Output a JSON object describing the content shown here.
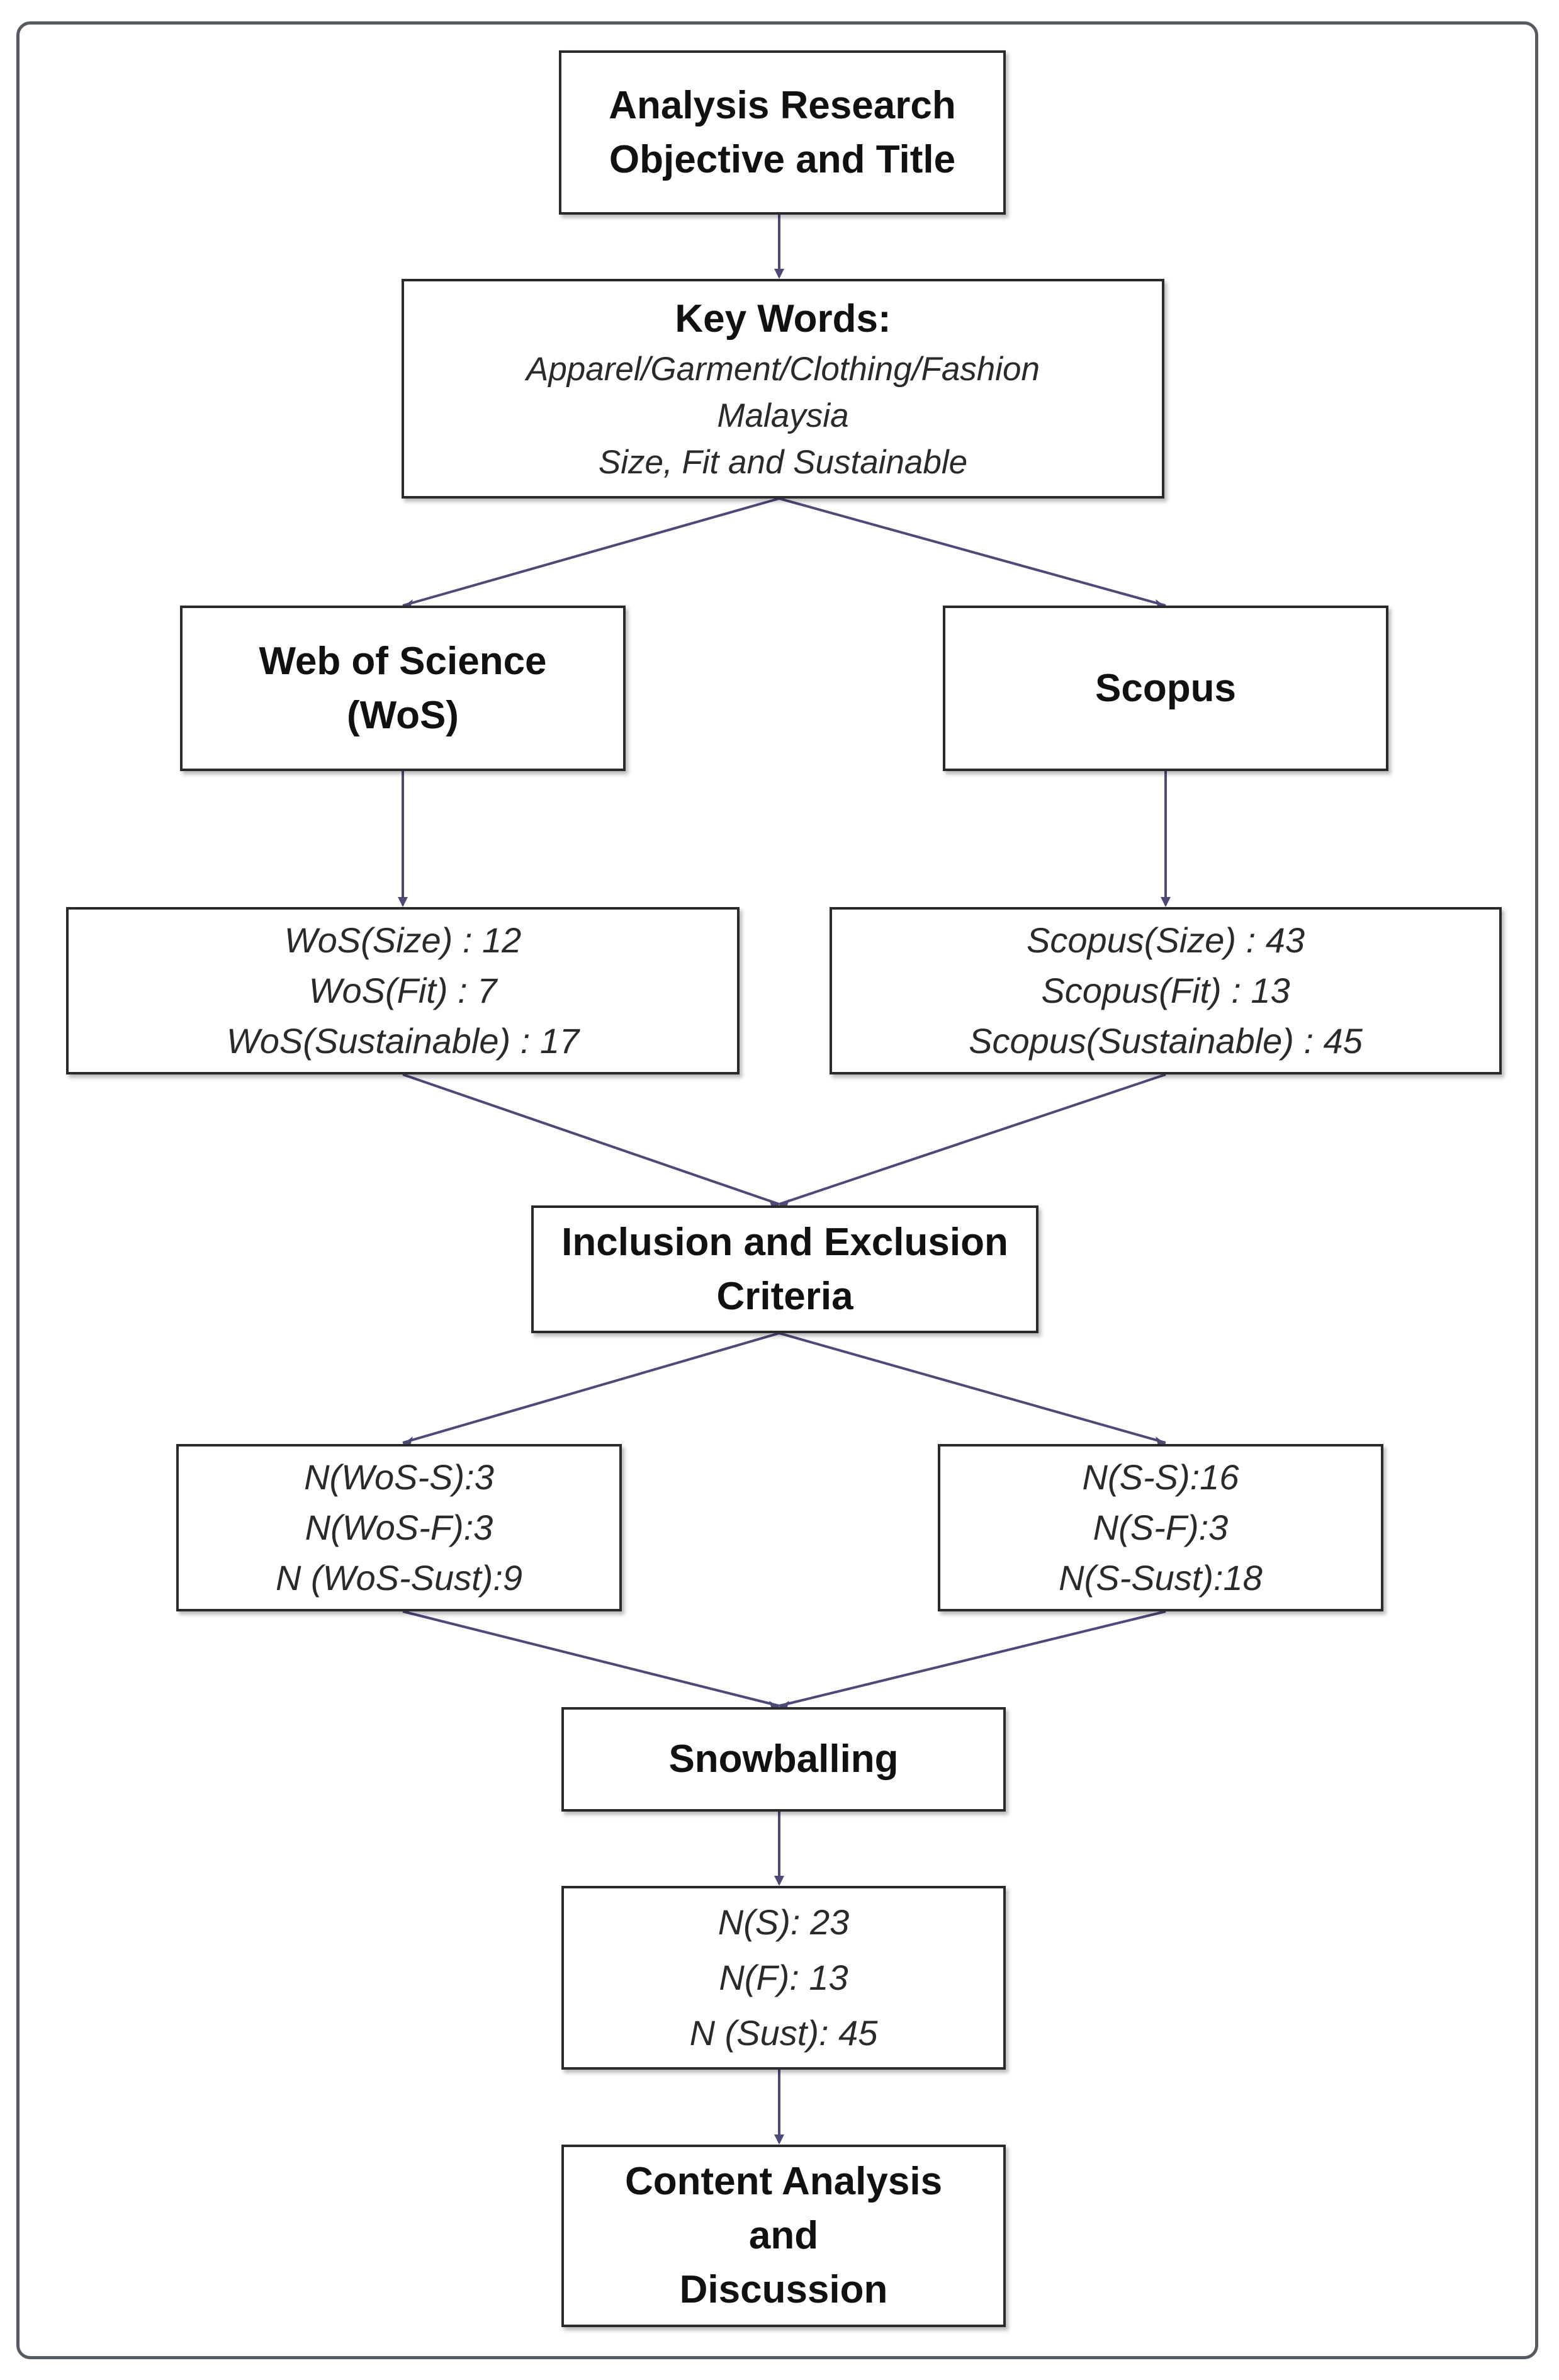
{
  "nodes": {
    "objective": {
      "lines": [
        "Analysis Research",
        "Objective and Title"
      ]
    },
    "keywords": {
      "title": "Key Words:",
      "lines": [
        "Apparel/Garment/Clothing/Fashion",
        "Malaysia",
        "Size, Fit and Sustainable"
      ]
    },
    "wos": {
      "lines": [
        "Web of Science",
        "(WoS)"
      ]
    },
    "scopus": {
      "lines": [
        "Scopus"
      ]
    },
    "wos_counts": {
      "lines": [
        "WoS(Size) : 12",
        "WoS(Fit) : 7",
        "WoS(Sustainable) : 17"
      ]
    },
    "scopus_counts": {
      "lines": [
        "Scopus(Size) : 43",
        "Scopus(Fit) : 13",
        "Scopus(Sustainable) : 45"
      ]
    },
    "criteria": {
      "lines": [
        "Inclusion and Exclusion",
        "Criteria"
      ]
    },
    "wos_filtered": {
      "lines": [
        "N(WoS-S):3",
        "N(WoS-F):3",
        "N (WoS-Sust):9"
      ]
    },
    "scopus_filtered": {
      "lines": [
        "N(S-S):16",
        "N(S-F):3",
        "N(S-Sust):18"
      ]
    },
    "snowballing": {
      "lines": [
        "Snowballing"
      ]
    },
    "final_counts": {
      "lines": [
        "N(S): 23",
        "N(F): 13",
        "N (Sust): 45"
      ]
    },
    "content_analysis": {
      "lines": [
        "Content Analysis",
        "and",
        "Discussion"
      ]
    }
  },
  "colors": {
    "connector": "#4d4a78",
    "box_border": "#2a2a2a",
    "frame_border": "#555a60"
  }
}
